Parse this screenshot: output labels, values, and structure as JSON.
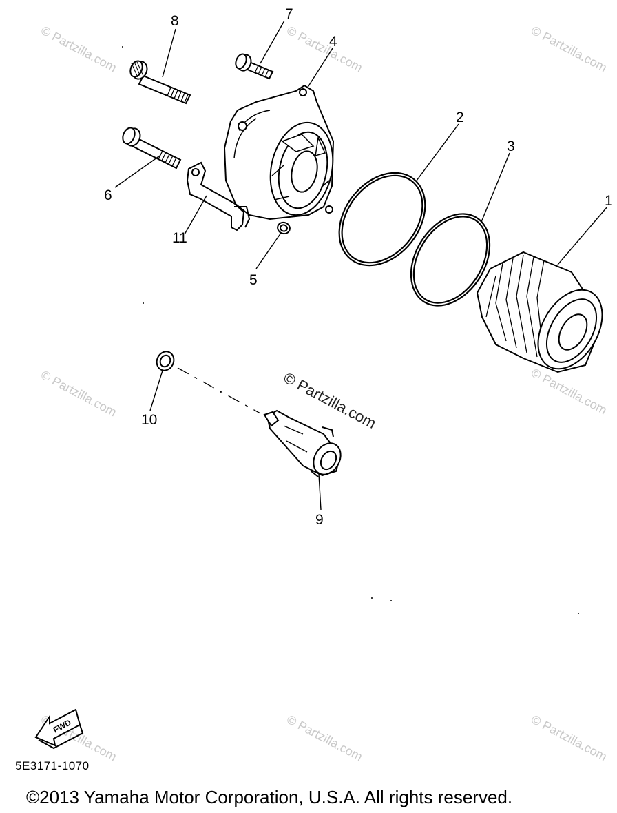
{
  "callouts": {
    "c1": "1",
    "c2": "2",
    "c3": "3",
    "c4": "4",
    "c5": "5",
    "c6": "6",
    "c7": "7",
    "c8": "8",
    "c9": "9",
    "c10": "10",
    "c11": "11"
  },
  "watermark": "© Partzilla.com",
  "arrow_label": "FWD",
  "diagram_code": "5E3171-1070",
  "copyright": "©2013 Yamaha Motor Corporation, U.S.A. All rights reserved."
}
